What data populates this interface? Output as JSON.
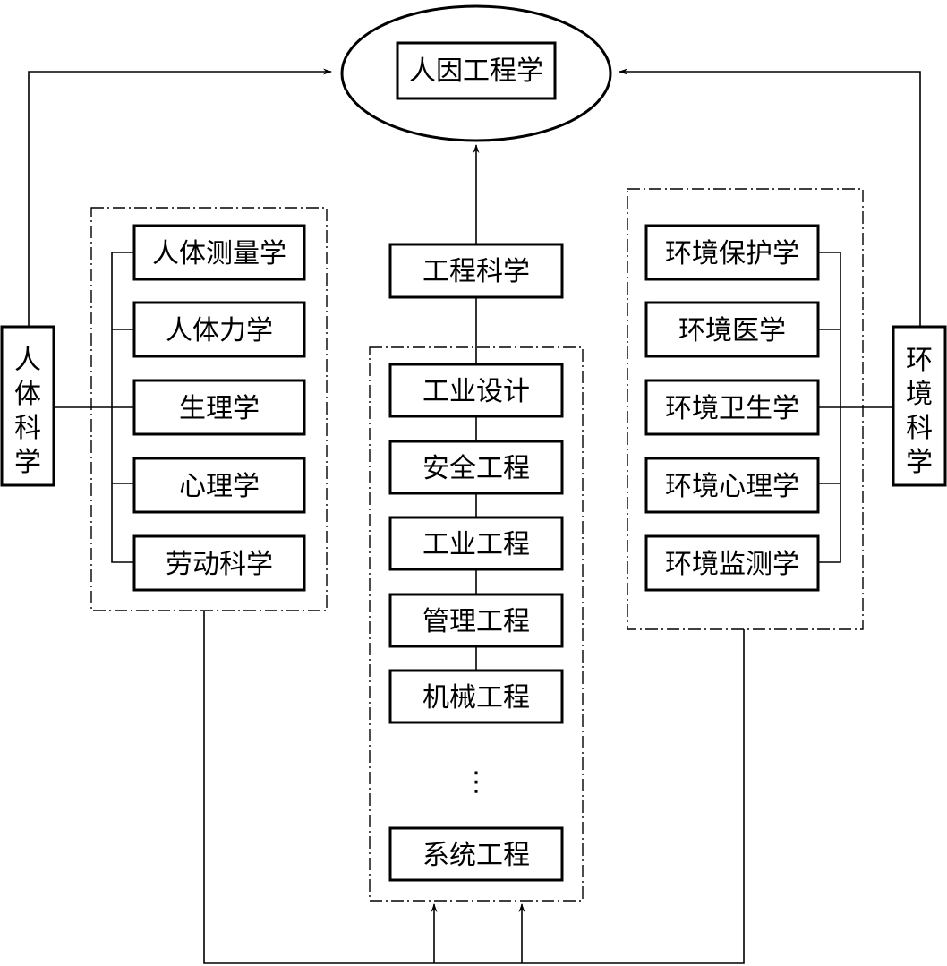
{
  "center": {
    "title": "人因工程学"
  },
  "left": {
    "side_label": [
      "人",
      "体",
      "科",
      "学"
    ],
    "items": [
      "人体测量学",
      "人体力学",
      "生理学",
      "心理学",
      "劳动科学"
    ]
  },
  "right": {
    "side_label": [
      "环",
      "境",
      "科",
      "学"
    ],
    "items": [
      "环境保护学",
      "环境医学",
      "环境卫生学",
      "环境心理学",
      "环境监测学"
    ]
  },
  "middle": {
    "header": "工程科学",
    "items": [
      "工业设计",
      "安全工程",
      "工业工程",
      "管理工程",
      "机械工程"
    ],
    "ellipsis": "⋮",
    "last": "系统工程"
  }
}
